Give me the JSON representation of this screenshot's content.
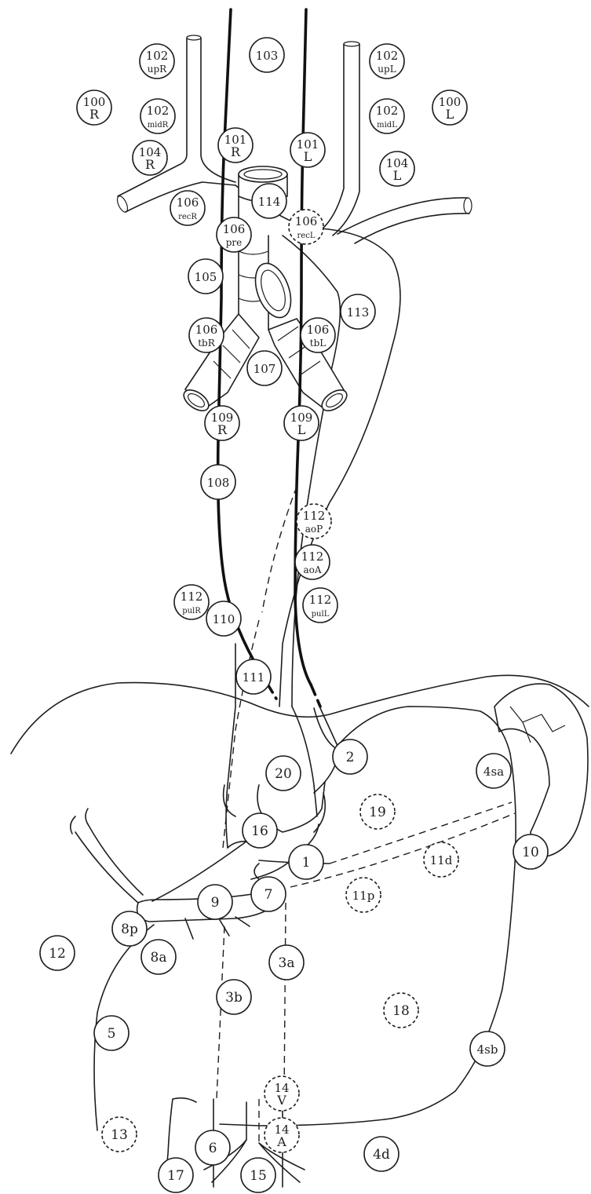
{
  "nodes": [
    {
      "id": "n100R",
      "lines": [
        "100",
        "R"
      ],
      "dashed": false
    },
    {
      "id": "n102upR",
      "lines": [
        "102",
        "upR"
      ],
      "dashed": false
    },
    {
      "id": "n103",
      "lines": [
        "103"
      ],
      "dashed": false
    },
    {
      "id": "n102upL",
      "lines": [
        "102",
        "upL"
      ],
      "dashed": false
    },
    {
      "id": "n100L",
      "lines": [
        "100",
        "L"
      ],
      "dashed": false
    },
    {
      "id": "n102midR",
      "lines": [
        "102",
        "midR"
      ],
      "dashed": false
    },
    {
      "id": "n102midL",
      "lines": [
        "102",
        "midL"
      ],
      "dashed": false
    },
    {
      "id": "n104R",
      "lines": [
        "104",
        "R"
      ],
      "dashed": false
    },
    {
      "id": "n101R",
      "lines": [
        "101",
        "R"
      ],
      "dashed": false
    },
    {
      "id": "n101L",
      "lines": [
        "101",
        "L"
      ],
      "dashed": false
    },
    {
      "id": "n104L",
      "lines": [
        "104",
        "L"
      ],
      "dashed": false
    },
    {
      "id": "n114",
      "lines": [
        "114"
      ],
      "dashed": false
    },
    {
      "id": "n106recR",
      "lines": [
        "106",
        "recR"
      ],
      "dashed": false
    },
    {
      "id": "n106recL",
      "lines": [
        "106",
        "recL"
      ],
      "dashed": true
    },
    {
      "id": "n106pre",
      "lines": [
        "106",
        "pre"
      ],
      "dashed": false
    },
    {
      "id": "n105",
      "lines": [
        "105"
      ],
      "dashed": false
    },
    {
      "id": "n113",
      "lines": [
        "113"
      ],
      "dashed": false
    },
    {
      "id": "n106tbR",
      "lines": [
        "106",
        "tbR"
      ],
      "dashed": false
    },
    {
      "id": "n106tbL",
      "lines": [
        "106",
        "tbL"
      ],
      "dashed": false
    },
    {
      "id": "n107",
      "lines": [
        "107"
      ],
      "dashed": false
    },
    {
      "id": "n109R",
      "lines": [
        "109",
        "R"
      ],
      "dashed": false
    },
    {
      "id": "n109L",
      "lines": [
        "109",
        "L"
      ],
      "dashed": false
    },
    {
      "id": "n108",
      "lines": [
        "108"
      ],
      "dashed": false
    },
    {
      "id": "n112aoP",
      "lines": [
        "112",
        "aoP"
      ],
      "dashed": true
    },
    {
      "id": "n112aoA",
      "lines": [
        "112",
        "aoA"
      ],
      "dashed": false
    },
    {
      "id": "n112pulR",
      "lines": [
        "112",
        "pulR"
      ],
      "dashed": false
    },
    {
      "id": "n110",
      "lines": [
        "110"
      ],
      "dashed": false
    },
    {
      "id": "n112pulL",
      "lines": [
        "112",
        "pulL"
      ],
      "dashed": false
    },
    {
      "id": "n111",
      "lines": [
        "111"
      ],
      "dashed": false
    },
    {
      "id": "n20",
      "lines": [
        "20"
      ],
      "dashed": false
    },
    {
      "id": "n2",
      "lines": [
        "2"
      ],
      "dashed": false
    },
    {
      "id": "n4sa",
      "lines": [
        "4sa"
      ],
      "dashed": false
    },
    {
      "id": "n19",
      "lines": [
        "19"
      ],
      "dashed": true
    },
    {
      "id": "n16",
      "lines": [
        "16"
      ],
      "dashed": false
    },
    {
      "id": "n1",
      "lines": [
        "1"
      ],
      "dashed": false
    },
    {
      "id": "n11d",
      "lines": [
        "11d"
      ],
      "dashed": true
    },
    {
      "id": "n10",
      "lines": [
        "10"
      ],
      "dashed": false
    },
    {
      "id": "n7",
      "lines": [
        "7"
      ],
      "dashed": false
    },
    {
      "id": "n9",
      "lines": [
        "9"
      ],
      "dashed": false
    },
    {
      "id": "n11p",
      "lines": [
        "11p"
      ],
      "dashed": true
    },
    {
      "id": "n8p",
      "lines": [
        "8p"
      ],
      "dashed": false
    },
    {
      "id": "n12",
      "lines": [
        "12"
      ],
      "dashed": false
    },
    {
      "id": "n8a",
      "lines": [
        "8a"
      ],
      "dashed": false
    },
    {
      "id": "n3a",
      "lines": [
        "3a"
      ],
      "dashed": false
    },
    {
      "id": "n3b",
      "lines": [
        "3b"
      ],
      "dashed": false
    },
    {
      "id": "n18",
      "lines": [
        "18"
      ],
      "dashed": true
    },
    {
      "id": "n5",
      "lines": [
        "5"
      ],
      "dashed": false
    },
    {
      "id": "n4sb",
      "lines": [
        "4sb"
      ],
      "dashed": false
    },
    {
      "id": "n14V",
      "lines": [
        "14",
        "V"
      ],
      "dashed": true
    },
    {
      "id": "n13",
      "lines": [
        "13"
      ],
      "dashed": true
    },
    {
      "id": "n14A",
      "lines": [
        "14",
        "A"
      ],
      "dashed": true
    },
    {
      "id": "n6",
      "lines": [
        "6"
      ],
      "dashed": false
    },
    {
      "id": "n4d",
      "lines": [
        "4d"
      ],
      "dashed": false
    },
    {
      "id": "n17",
      "lines": [
        "17"
      ],
      "dashed": false
    },
    {
      "id": "n15",
      "lines": [
        "15"
      ],
      "dashed": false
    }
  ]
}
